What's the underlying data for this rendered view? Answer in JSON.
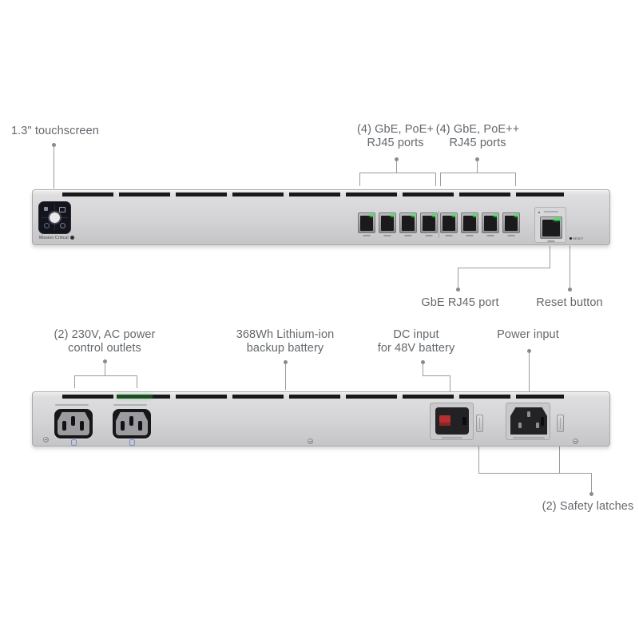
{
  "callouts": {
    "touchscreen": {
      "text": "1.3\" touchscreen"
    },
    "poe_plus": {
      "line1": "(4) GbE, PoE+",
      "line2": "RJ45 ports"
    },
    "poe_plus_plus": {
      "line1": "(4) GbE, PoE++",
      "line2": "RJ45 ports"
    },
    "gbe_port": {
      "text": "GbE RJ45 port"
    },
    "reset_button": {
      "text": "Reset button"
    },
    "ac_outlets": {
      "line1": "(2) 230V, AC power",
      "line2": "control outlets"
    },
    "battery": {
      "line1": "368Wh Lithium-ion",
      "line2": "backup battery"
    },
    "dc_input": {
      "line1": "DC input",
      "line2": "for 48V battery"
    },
    "power_input": {
      "text": "Power input"
    },
    "safety_latches": {
      "text": "(2) Safety latches"
    }
  },
  "front_panel": {
    "brand_label": "Mission Critical",
    "reset_label": "RESET",
    "poe_plus_port_count": 4,
    "poe_plus_plus_port_count": 4,
    "gbe_port_count": 1
  },
  "back_panel": {
    "ac_outlet_count": 2,
    "safety_latch_count": 2
  },
  "colors": {
    "label_text": "#64686c",
    "callout_line": "#9b9b9b",
    "device_body": "#d3d3d5",
    "vent": "#18181a",
    "led_green": "#54de66",
    "dc_connector_red": "#b43030",
    "outlet_icon_blue": "#7b8fd0",
    "screen_background": "#14141c"
  }
}
